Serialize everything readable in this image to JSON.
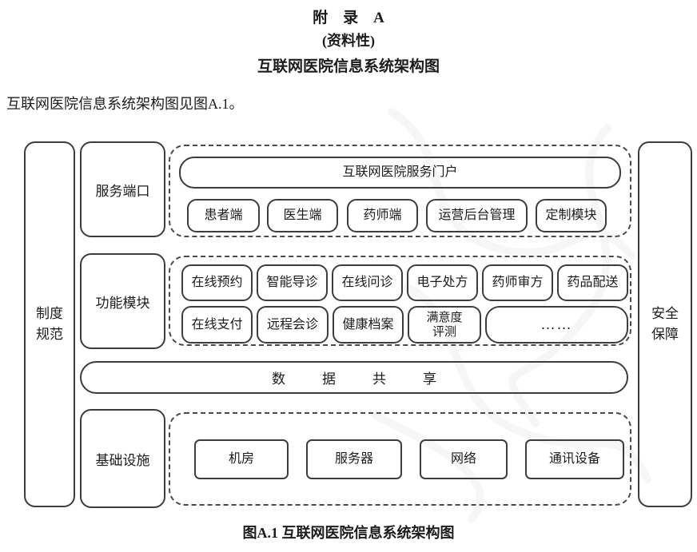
{
  "header": {
    "appendix_title": "附　录　A",
    "subtitle": "(资料性)",
    "title": "互联网医院信息系统架构图",
    "intro": "互联网医院信息系统架构图见图A.1。"
  },
  "diagram": {
    "left_pillar": "制度\n规范",
    "right_pillar": "安全\n保障",
    "service_row": {
      "label": "服务端口",
      "portal": "互联网医院服务门户",
      "items": [
        "患者端",
        "医生端",
        "药师端",
        "运营后台管理",
        "定制模块"
      ]
    },
    "function_row": {
      "label": "功能模块",
      "line1": [
        "在线预约",
        "智能导诊",
        "在线问诊",
        "电子处方",
        "药师审方",
        "药品配送"
      ],
      "line2": [
        "在线支付",
        "远程会诊",
        "健康档案",
        "满意度\n评测",
        "……"
      ]
    },
    "data_sharing": "数据共享",
    "infra_row": {
      "label": "基础设施",
      "items": [
        "机房",
        "服务器",
        "网络",
        "通讯设备"
      ]
    }
  },
  "caption": "图A.1 互联网医院信息系统架构图",
  "colors": {
    "border": "#3d3d3d",
    "dashed_border": "#4a4a4a",
    "text": "#1c1c1c",
    "background": "#ffffff"
  }
}
